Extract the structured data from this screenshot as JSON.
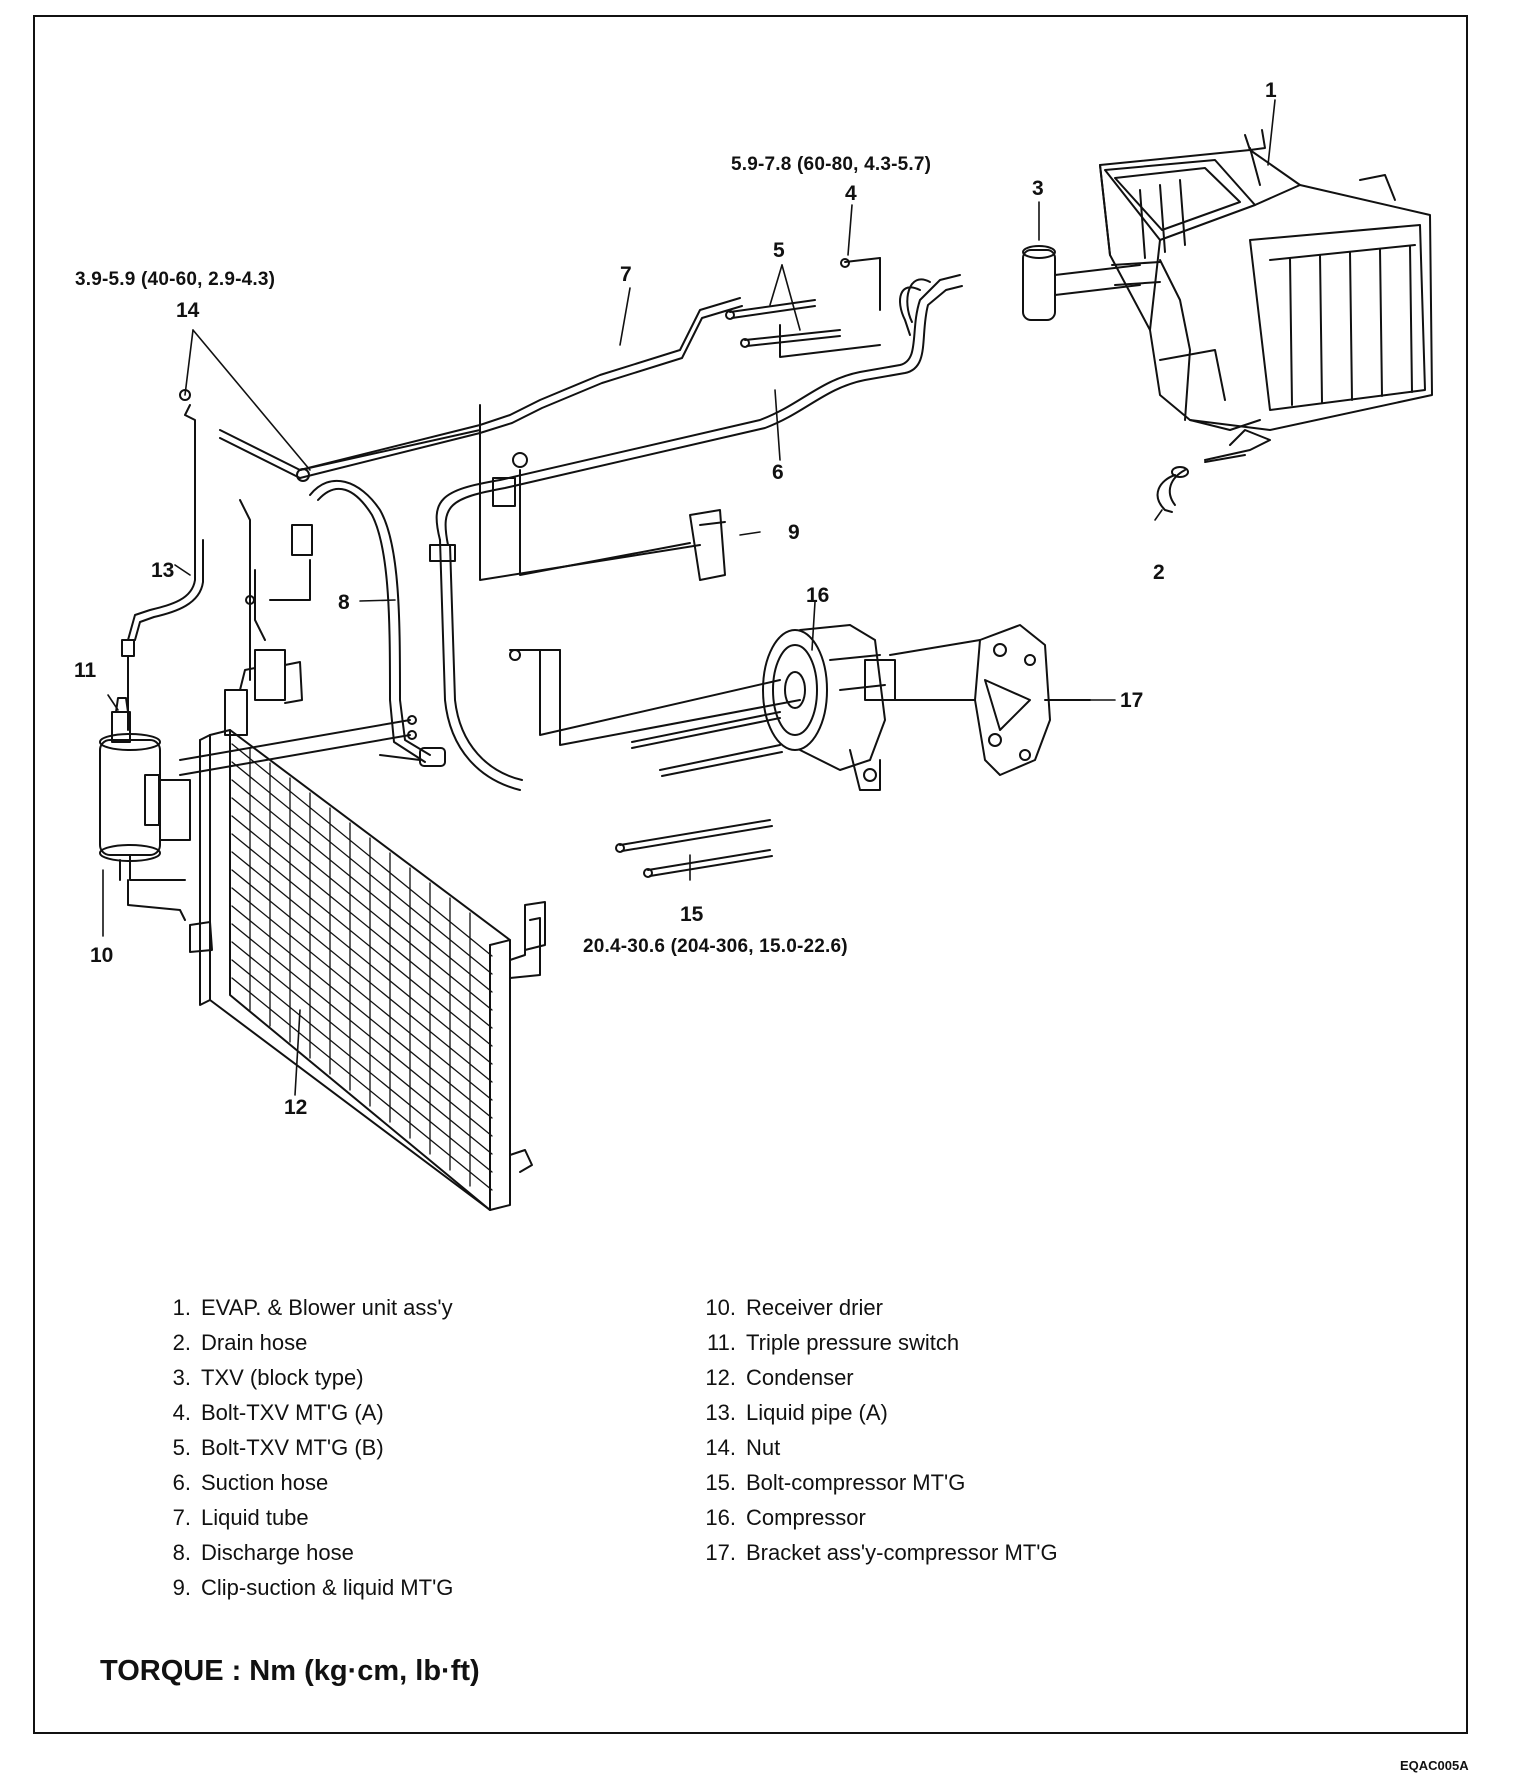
{
  "callouts": {
    "c1": "1",
    "c2": "2",
    "c3": "3",
    "c4": "4",
    "c5": "5",
    "c6": "6",
    "c7": "7",
    "c8": "8",
    "c9": "9",
    "c10": "10",
    "c11": "11",
    "c12": "12",
    "c13": "13",
    "c14": "14",
    "c15": "15",
    "c16": "16",
    "c17": "17"
  },
  "torque_specs": {
    "txv_bolt": "5.9-7.8 (60-80, 4.3-5.7)",
    "nut": "3.9-5.9 (40-60, 2.9-4.3)",
    "compressor_bolt": "20.4-30.6 (204-306, 15.0-22.6)"
  },
  "legend": [
    {
      "num": "1.",
      "label": "EVAP. & Blower unit ass'y"
    },
    {
      "num": "2.",
      "label": "Drain hose"
    },
    {
      "num": "3.",
      "label": "TXV (block type)"
    },
    {
      "num": "4.",
      "label": "Bolt-TXV MT'G (A)"
    },
    {
      "num": "5.",
      "label": "Bolt-TXV MT'G (B)"
    },
    {
      "num": "6.",
      "label": "Suction hose"
    },
    {
      "num": "7.",
      "label": "Liquid tube"
    },
    {
      "num": "8.",
      "label": "Discharge hose"
    },
    {
      "num": "9.",
      "label": "Clip-suction & liquid MT'G"
    },
    {
      "num": "10.",
      "label": "Receiver drier"
    },
    {
      "num": "11.",
      "label": "Triple pressure switch"
    },
    {
      "num": "12.",
      "label": "Condenser"
    },
    {
      "num": "13.",
      "label": "Liquid pipe (A)"
    },
    {
      "num": "14.",
      "label": "Nut"
    },
    {
      "num": "15.",
      "label": "Bolt-compressor MT'G"
    },
    {
      "num": "16.",
      "label": "Compressor"
    },
    {
      "num": "17.",
      "label": "Bracket ass'y-compressor MT'G"
    }
  ],
  "torque_unit": "TORQUE : Nm (kg·cm, lb·ft)",
  "figure_code": "EQAC005A"
}
